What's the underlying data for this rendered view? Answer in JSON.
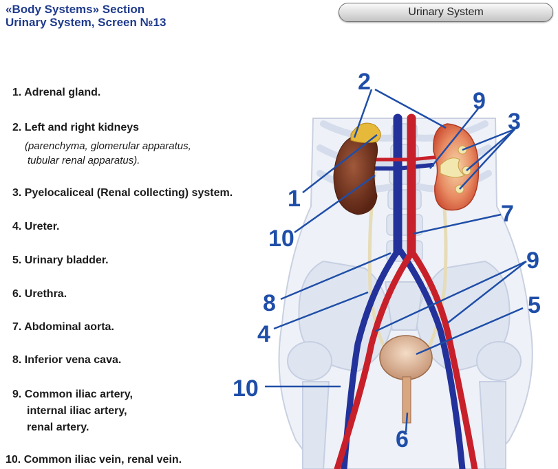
{
  "header": {
    "line1": "«Body Systems» Section",
    "line2": "Urinary System, Screen №13"
  },
  "top_button": {
    "label": "Urinary System"
  },
  "legend": [
    {
      "number": "1.",
      "label": "Adrenal gland."
    },
    {
      "number": "2.",
      "label": "Left and right kidneys",
      "sub": [
        "(parenchyma, glomerular apparatus,",
        "tubular renal apparatus)."
      ]
    },
    {
      "number": "3.",
      "label": "Pyelocaliceal (Renal collecting) system."
    },
    {
      "number": "4.",
      "label": "Ureter."
    },
    {
      "number": "5.",
      "label": "Urinary bladder."
    },
    {
      "number": "6.",
      "label": "Urethra."
    },
    {
      "number": "7.",
      "label": "Abdominal aorta."
    },
    {
      "number": "8.",
      "label": "Inferior vena cava."
    },
    {
      "number": "9.",
      "label": "Common iliac artery,",
      "sub": [
        "internal iliac artery,",
        "renal artery."
      ]
    },
    {
      "number": "10.",
      "label": "Common iliac vein, renal vein."
    }
  ],
  "callouts": {
    "n1": "1",
    "n2": "2",
    "n3": "3",
    "n4": "4",
    "n5": "5",
    "n6": "6",
    "n7": "7",
    "n8": "8",
    "n9a": "9",
    "n9b": "9",
    "n10a": "10",
    "n10b": "10"
  },
  "colors": {
    "header": "#1f3b8c",
    "callout": "#1f4ea8",
    "artery": "#c8202a",
    "vein": "#23329a",
    "kidney": "#7a3a22",
    "ureter": "#e8e0c0",
    "skeleton": "#cfd8ea"
  }
}
